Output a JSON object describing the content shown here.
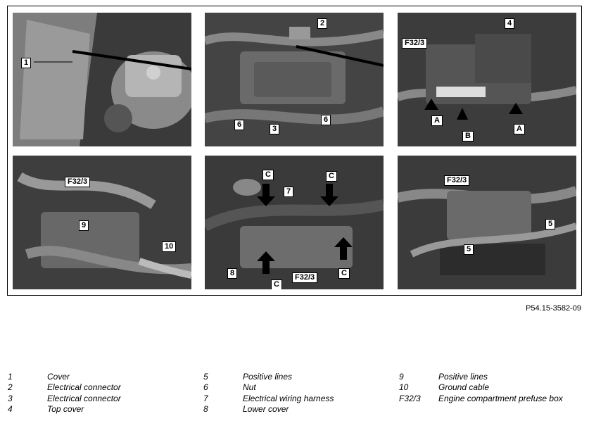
{
  "figure": {
    "reference_code": "P54.15-3582-09",
    "photos": [
      {
        "callouts": [
          "1"
        ]
      },
      {
        "callouts": [
          "2",
          "6",
          "3",
          "6"
        ]
      },
      {
        "callouts": [
          "F32/3",
          "4",
          "A",
          "B",
          "A"
        ]
      },
      {
        "callouts": [
          "F32/3",
          "9",
          "10"
        ]
      },
      {
        "callouts": [
          "C",
          "7",
          "C",
          "8",
          "C",
          "F32/3",
          "C"
        ]
      },
      {
        "callouts": [
          "F32/3",
          "5",
          "5"
        ]
      }
    ]
  },
  "legend": [
    {
      "num": "1",
      "text": "Cover"
    },
    {
      "num": "2",
      "text": "Electrical connector"
    },
    {
      "num": "3",
      "text": "Electrical connector"
    },
    {
      "num": "4",
      "text": "Top cover"
    },
    {
      "num": "5",
      "text": "Positive lines"
    },
    {
      "num": "6",
      "text": "Nut"
    },
    {
      "num": "7",
      "text": "Electrical wiring harness"
    },
    {
      "num": "8",
      "text": "Lower cover"
    },
    {
      "num": "9",
      "text": "Positive lines"
    },
    {
      "num": "10",
      "text": "Ground cable"
    },
    {
      "num": "F32/3",
      "text": "Engine compartment prefuse box"
    }
  ]
}
